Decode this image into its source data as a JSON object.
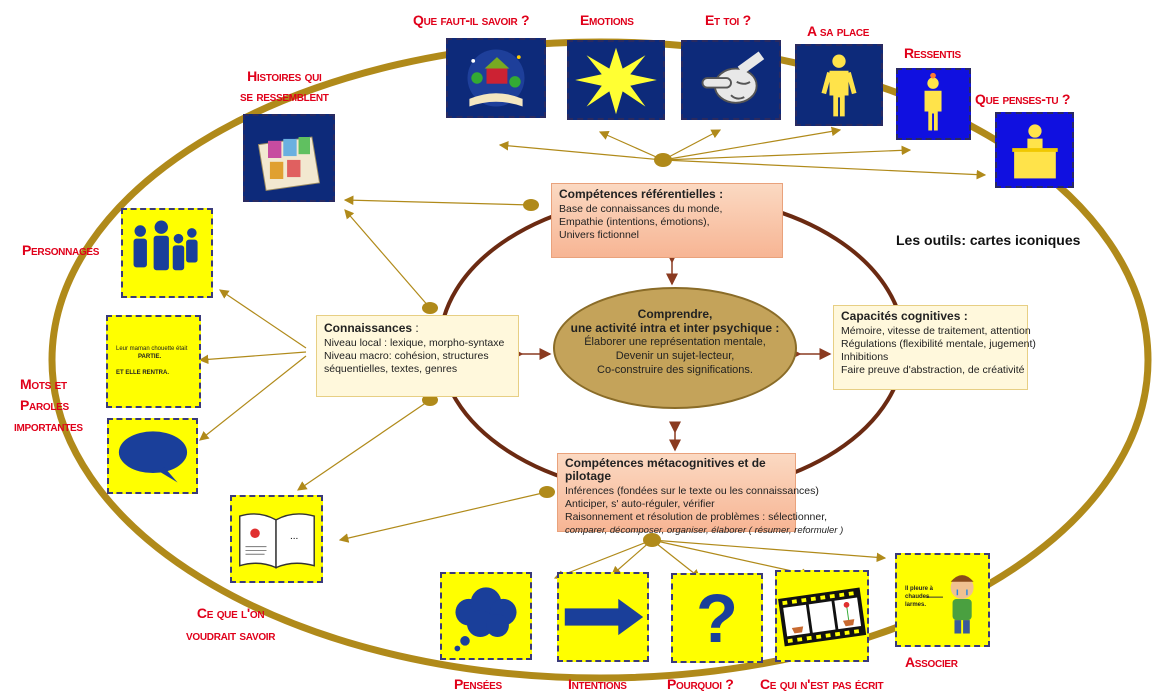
{
  "colors": {
    "label_red": "#e0001a",
    "ring_gold": "#b08a1a",
    "inner_ring_brown": "#6b2a12",
    "card_yellow": "#ffff00",
    "card_navy": "#0d2a7a",
    "card_blue": "#1010e0",
    "box_salmon": "#f7b594",
    "box_cream": "#fff8dc",
    "center_fill": "#c4a35a"
  },
  "tools_title": "Les outils: cartes iconiques",
  "center": {
    "title1": "Comprendre,",
    "title2": "une activité intra et inter psychique :",
    "line1": "Élaborer une représentation mentale,",
    "line2": "Devenir un sujet-lecteur,",
    "line3": "Co-construire des significations."
  },
  "boxes": {
    "referentielles": {
      "title": "Compétences référentielles :",
      "lines": [
        "Base de connaissances du monde,",
        "Empathie (intentions, émotions),",
        "Univers fictionnel"
      ]
    },
    "connaissances": {
      "title": "Connaissances",
      "title_suffix": " :",
      "lines": [
        "Niveau local : lexique, morpho-syntaxe",
        "Niveau macro:  cohésion, structures",
        "séquentielles, textes, genres"
      ]
    },
    "cognitives": {
      "title": "Capacités cognitives :",
      "lines": [
        "Mémoire, vitesse de traitement, attention",
        "Régulations (flexibilité mentale, jugement)",
        " Inhibitions",
        "Faire preuve d'abstraction, de créativité"
      ]
    },
    "metacognitives": {
      "title": "Compétences métacognitives et de pilotage",
      "lines": [
        "Inférences (fondées sur le texte ou les connaissances)",
        "Anticiper, s' auto-réguler,  vérifier",
        "Raisonnement et résolution de problèmes : sélectionner,"
      ],
      "italic_line": "comparer, décomposer, organiser, élaborer ( résumer, reformuler )"
    }
  },
  "cards": {
    "savoir": {
      "label": "Que faut-il  savoir ?",
      "icon": "book-storyland-icon"
    },
    "emotions": {
      "label": "Emotions",
      "icon": "burst-star-icon"
    },
    "et_toi": {
      "label": "Et toi ?",
      "icon": "pointing-hand-icon"
    },
    "a_sa_place": {
      "label": "A sa place",
      "icon": "person-standing-icon"
    },
    "ressentis": {
      "label": "Ressentis",
      "icon": "person-feeling-icon"
    },
    "que_penses": {
      "label": "Que penses-tu ?",
      "icon": "speaker-podium-icon"
    },
    "histoires": {
      "label1": "Histoires qui",
      "label2": "se ressemblent",
      "icon": "bookshelf-icon"
    },
    "personnages": {
      "label": "Personnages",
      "icon": "people-group-icon"
    },
    "mots": {
      "label1": "Mots et",
      "label2": "Paroles",
      "label3": "importantes",
      "icon": "speech-bubble-icon",
      "note_line1": "Leur maman chouette était",
      "note_line2": "PARTIE.",
      "note_line3": "ET  ELLE  RENTRA."
    },
    "ce_que_lon": {
      "label1": "Ce que l'on",
      "label2": "voudrait savoir",
      "icon": "open-book-icon",
      "ellipsis": "..."
    },
    "pensees": {
      "label": "Pensées",
      "icon": "thought-cloud-icon"
    },
    "intentions": {
      "label": "Intentions",
      "icon": "right-arrow-icon"
    },
    "pourquoi": {
      "label": "Pourquoi ?",
      "icon": "question-mark-icon"
    },
    "pas_ecrit": {
      "label": "Ce qui n'est pas écrit",
      "icon": "film-strip-icon"
    },
    "associer": {
      "label": "Associer",
      "icon": "crying-child-icon",
      "note_line1": "Il pleure à",
      "note_line2": "chaudes",
      "note_line3": "larmes."
    }
  }
}
